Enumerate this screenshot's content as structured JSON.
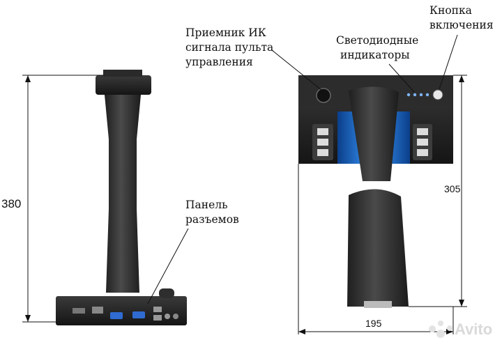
{
  "labels": {
    "ir_receiver": [
      "Приемник ИК",
      "сигнала пульта",
      "управления"
    ],
    "leds": [
      "Светодиодные",
      "индикаторы"
    ],
    "power_button": [
      "Кнопка",
      "включения"
    ],
    "connector_panel": [
      "Панель",
      "разъемов"
    ]
  },
  "dimensions": {
    "height_left": "380",
    "height_right": "305",
    "width_bottom": "195"
  },
  "watermark": {
    "brand": "Avito",
    "icon": "avito-dots-icon"
  },
  "colors": {
    "device_body": "#2b2b2b",
    "device_highlight": "#4a4a4a",
    "screen_blue": "#1e6fd9",
    "leader_line": "#111111"
  }
}
